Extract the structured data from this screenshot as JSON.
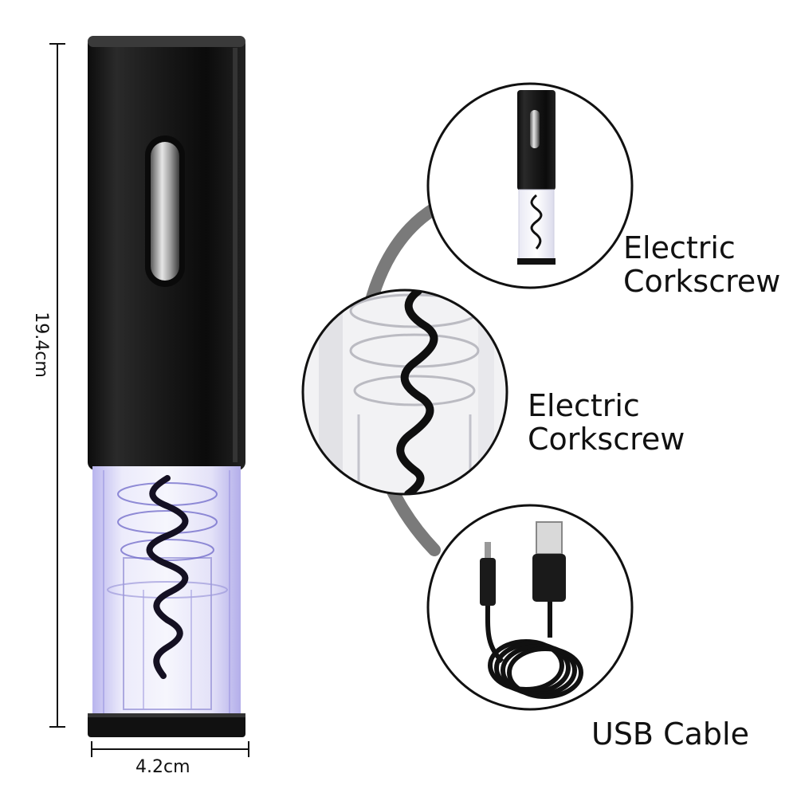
{
  "dimensions": {
    "height_label": "19.4cm",
    "width_label": "4.2cm"
  },
  "callouts": [
    {
      "line1": "Electric",
      "line2": "Corkscrew"
    },
    {
      "line1": "Electric",
      "line2": "Corkscrew"
    },
    {
      "line1": "USB Cable",
      "line2": ""
    }
  ],
  "colors": {
    "body_black": "#151515",
    "acrylic_tint": "#c9c6f2",
    "spiral": "#111111",
    "arc_gray": "#7a7a7a"
  }
}
